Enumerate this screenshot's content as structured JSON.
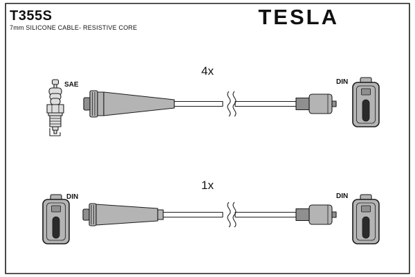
{
  "header": {
    "part_number": "T355S",
    "subtitle": "7mm SILICONE CABLE- RESISTIVE CORE",
    "brand": "TESLA"
  },
  "assemblies": [
    {
      "quantity_label": "4x",
      "left_connector_label": "SAE",
      "right_connector_label": "DIN",
      "left_connector_type": "spark-plug",
      "right_connector_type": "din-socket"
    },
    {
      "quantity_label": "1x",
      "left_connector_label": "DIN",
      "right_connector_label": "DIN",
      "left_connector_type": "din-socket",
      "right_connector_type": "din-socket"
    }
  ],
  "colors": {
    "outline": "#1a1a1a",
    "connector_gray": "#b4b4b4",
    "connector_dark": "#8f8f8f",
    "slot_dark": "#2b2b2b",
    "background": "#ffffff"
  }
}
